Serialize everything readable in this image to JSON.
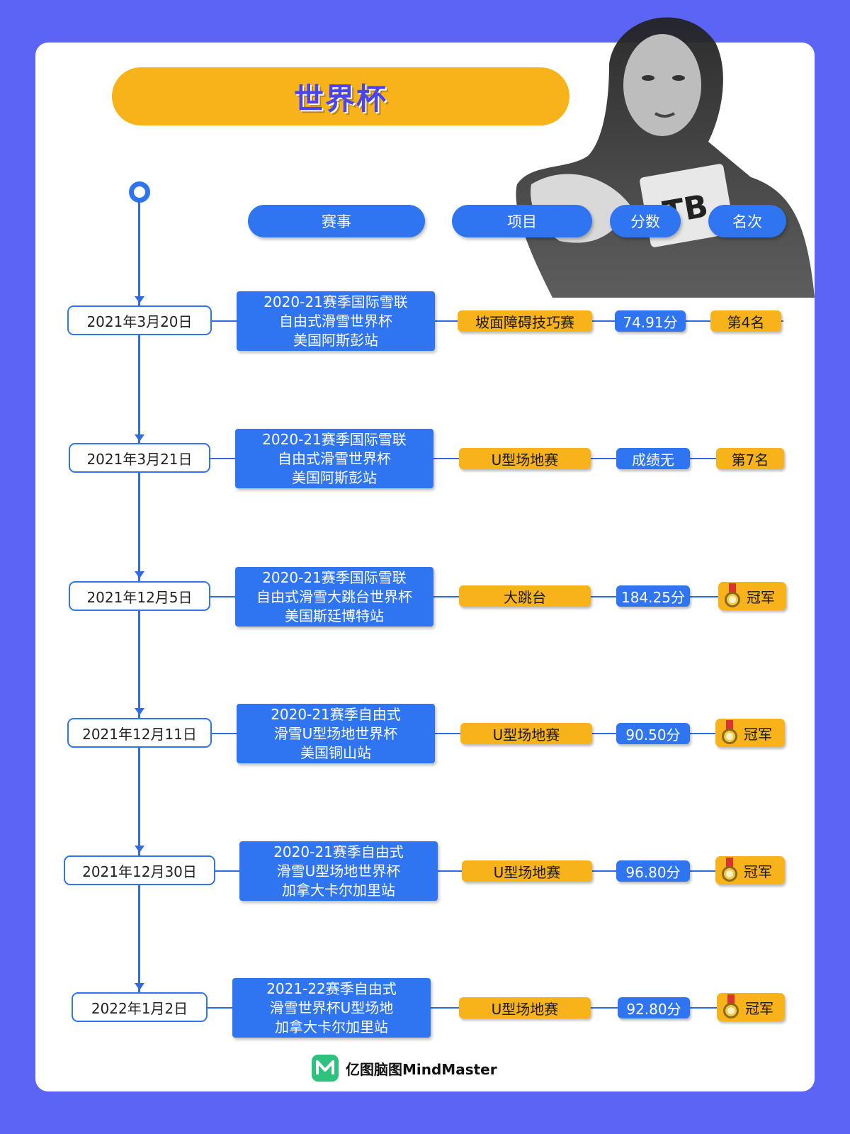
{
  "title": "世界杯",
  "headers": {
    "event": "赛事",
    "project": "项目",
    "score": "分数",
    "rank": "名次"
  },
  "rows": [
    {
      "date": "2021年3月20日",
      "event_lines": [
        "2020-21赛季国际雪联",
        "自由式滑雪世界杯",
        "美国阿斯彭站"
      ],
      "project": "坡面障碍技巧赛",
      "score": "74.91分",
      "rank": "第4名",
      "medal": false
    },
    {
      "date": "2021年3月21日",
      "event_lines": [
        "2020-21赛季国际雪联",
        "自由式滑雪世界杯",
        "美国阿斯彭站"
      ],
      "project": "U型场地赛",
      "score": "成绩无",
      "rank": "第7名",
      "medal": false
    },
    {
      "date": "2021年12月5日",
      "event_lines": [
        "2020-21赛季国际雪联",
        "自由式滑雪大跳台世界杯",
        "美国斯廷博特站"
      ],
      "project": "大跳台",
      "score": "184.25分",
      "rank": "冠军",
      "medal": true
    },
    {
      "date": "2021年12月11日",
      "event_lines": [
        "2020-21赛季自由式",
        "滑雪U型场地世界杯",
        "美国铜山站"
      ],
      "project": "U型场地赛",
      "score": "90.50分",
      "rank": "冠军",
      "medal": true
    },
    {
      "date": "2021年12月30日",
      "event_lines": [
        "2020-21赛季自由式",
        "滑雪U型场地世界杯",
        "加拿大卡尔加里站"
      ],
      "project": "U型场地赛",
      "score": "96.80分",
      "rank": "冠军",
      "medal": true
    },
    {
      "date": "2022年1月2日",
      "event_lines": [
        "2021-22赛季自由式",
        "滑雪世界杯U型场地",
        "加拿大卡尔加里站"
      ],
      "project": "U型场地赛",
      "score": "92.80分",
      "rank": "冠军",
      "medal": true
    }
  ],
  "footer": {
    "brand": "亿图脑图MindMaster",
    "icon": "mindmaster-logo-icon"
  },
  "colors": {
    "background": "#5b64f5",
    "primary_blue": "#2f74f0",
    "accent_orange": "#f8b21a",
    "title_text": "#4a44f0"
  }
}
